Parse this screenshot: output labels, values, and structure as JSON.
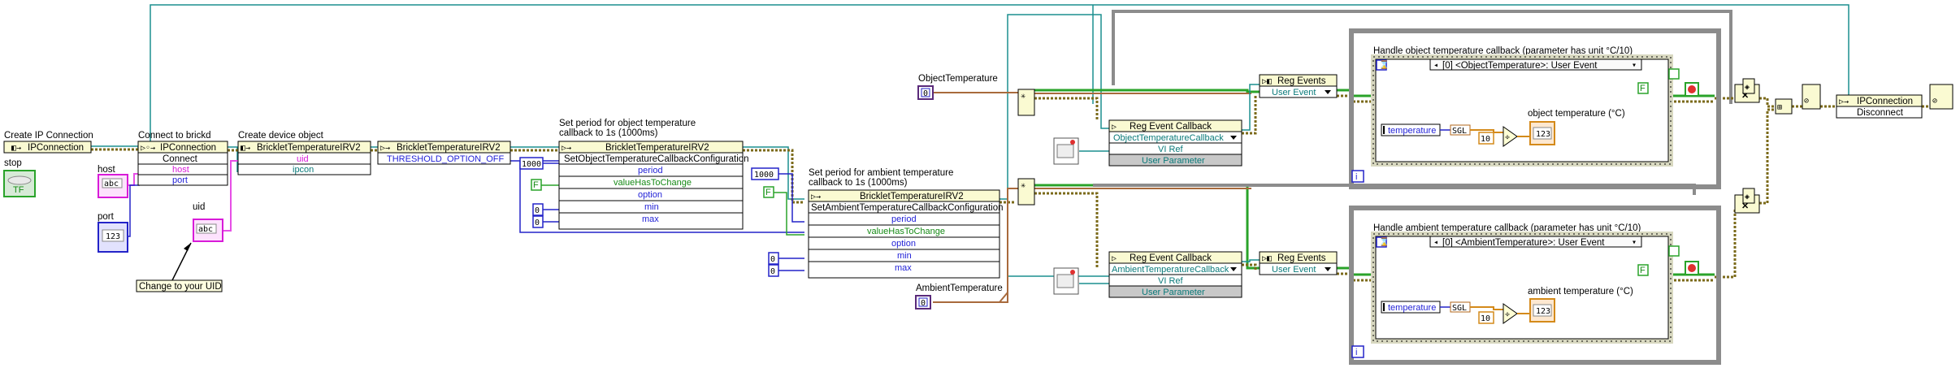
{
  "colors": {
    "refnum_wire": "#1b8f8f",
    "error_wire": "#7b6a1a",
    "int_wire": "#2323c8",
    "string_wire": "#e64fe6",
    "bool_wire": "#2aa32a",
    "event_wire": "#a86a3c",
    "node_header": "#fafad2",
    "loop_frame": "#8c8c8c"
  },
  "labels": {
    "create_ip": "Create IP Connection",
    "connect": "Connect to brickd",
    "create_device": "Create device object",
    "set_object_period": "Set period for object temperature callback to 1s (1000ms)",
    "set_object_period_l1": "Set period for object temperature",
    "set_object_period_l2": "callback to 1s (1000ms)",
    "set_ambient_period_l1": "Set period for ambient temperature",
    "set_ambient_period_l2": "callback to 1s (1000ms)",
    "handle_object": "Handle object temperature callback (parameter has unit °C/10)",
    "handle_ambient": "Handle ambient temperature callback (parameter has unit °C/10)",
    "change_uid": "Change to your UID",
    "stop": "stop",
    "host": "host",
    "port": "port",
    "uid": "uid",
    "object_temperature": "ObjectTemperature",
    "ambient_temperature": "AmbientTemperature",
    "object_temp_indicator": "object temperature (°C)",
    "ambient_temp_indicator": "ambient temperature (°C)"
  },
  "nodes": {
    "ipcon_ctor": "IPConnection",
    "ipcon_connect_title": "IPConnection",
    "connect_method": "Connect",
    "host_term": "host",
    "port_term": "port",
    "brick_ctor": "BrickletTemperatureIRV2",
    "uid_term": "uid",
    "ipcon_term": "ipcon",
    "threshold_node": "BrickletTemperatureIRV2",
    "threshold_value": "THRESHOLD_OPTION_OFF",
    "obj_cfg_title": "BrickletTemperatureIRV2",
    "obj_cfg_method": "SetObjectTemperatureCallbackConfiguration",
    "amb_cfg_title": "BrickletTemperatureIRV2",
    "amb_cfg_method": "SetAmbientTemperatureCallbackConfiguration",
    "cfg_terms": [
      "period",
      "valueHasToChange",
      "option",
      "min",
      "max"
    ],
    "reg_callback": "Reg Event Callback",
    "obj_callback_item": "ObjectTemperatureCallback",
    "amb_callback_item": "AmbientTemperatureCallback",
    "vi_ref": "VI Ref",
    "user_param": "User Parameter",
    "reg_events": "Reg Events",
    "user_event": "User Event",
    "obj_case": "[0] <ObjectTemperature>: User Event",
    "amb_case": "[0] <AmbientTemperature>: User Event",
    "temperature": "temperature",
    "sgl": "SGL",
    "divisor": "10",
    "disconnect_title": "IPConnection",
    "disconnect_method": "Disconnect"
  },
  "constants": {
    "obj_period": "1000",
    "amb_period": "1000",
    "false_const": "F",
    "zero": "0",
    "num_display": "123",
    "str_display": "abc",
    "tf_display": "TF",
    "info": "i"
  }
}
